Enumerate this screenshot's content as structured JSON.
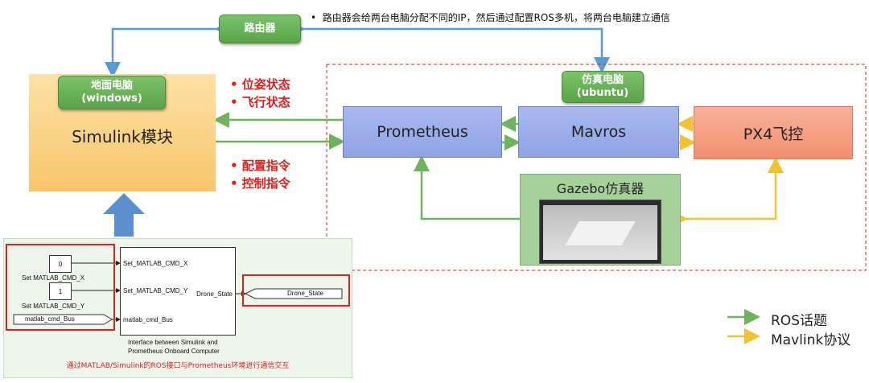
{
  "router": {
    "label": "路由器"
  },
  "note": {
    "bullet": "•",
    "text": "路由器会给两台电脑分配不同的IP，然后通过配置ROS多机，将两台电脑建立通信"
  },
  "ground_pc": {
    "line1": "地面电脑",
    "line2": "(windows)"
  },
  "sim_pc": {
    "line1": "仿真电脑",
    "line2": "(ubuntu)"
  },
  "simulink": {
    "label": "Simulink模块"
  },
  "state_list": [
    "• 位姿状态",
    "• 飞行状态"
  ],
  "cmd_list": [
    "• 配置指令",
    "• 控制指令"
  ],
  "prometheus": {
    "label": "Prometheus"
  },
  "mavros": {
    "label": "Mavros"
  },
  "px4": {
    "label": "PX4飞控"
  },
  "gazebo": {
    "label": "Gazebo仿真器"
  },
  "legend": {
    "ros": "ROS话题",
    "mavlink": "Mavlink协议"
  },
  "colors": {
    "ros": "#6fb35c",
    "mavlink": "#f2c230",
    "router_link": "#5b9bd5",
    "highlight": "#e0201c",
    "up_arrow": "#5b8fd0"
  },
  "simulink_panel": {
    "const_x_value": "0",
    "const_x_label": "Set MATLAB_CMD_X",
    "const_y_value": "1",
    "const_y_label": "Set MATLAB_CMD_Y",
    "bus_label": "matlab_cmd_Bus",
    "in_port_x": "Set_MATLAB_CMD_X",
    "in_port_y": "Set_MATLAB_CMD_Y",
    "in_port_bus": "matlab_cmd_Bus",
    "out_port": "Drone_State",
    "output_tag": "Drone_State",
    "subsystem_caption_1": "Interface between Simulink and",
    "subsystem_caption_2": "Prometheus Onboard Computer",
    "caption": "通过MATLAB/Simulink的ROS接口与Prometheus环境进行通信交互"
  }
}
